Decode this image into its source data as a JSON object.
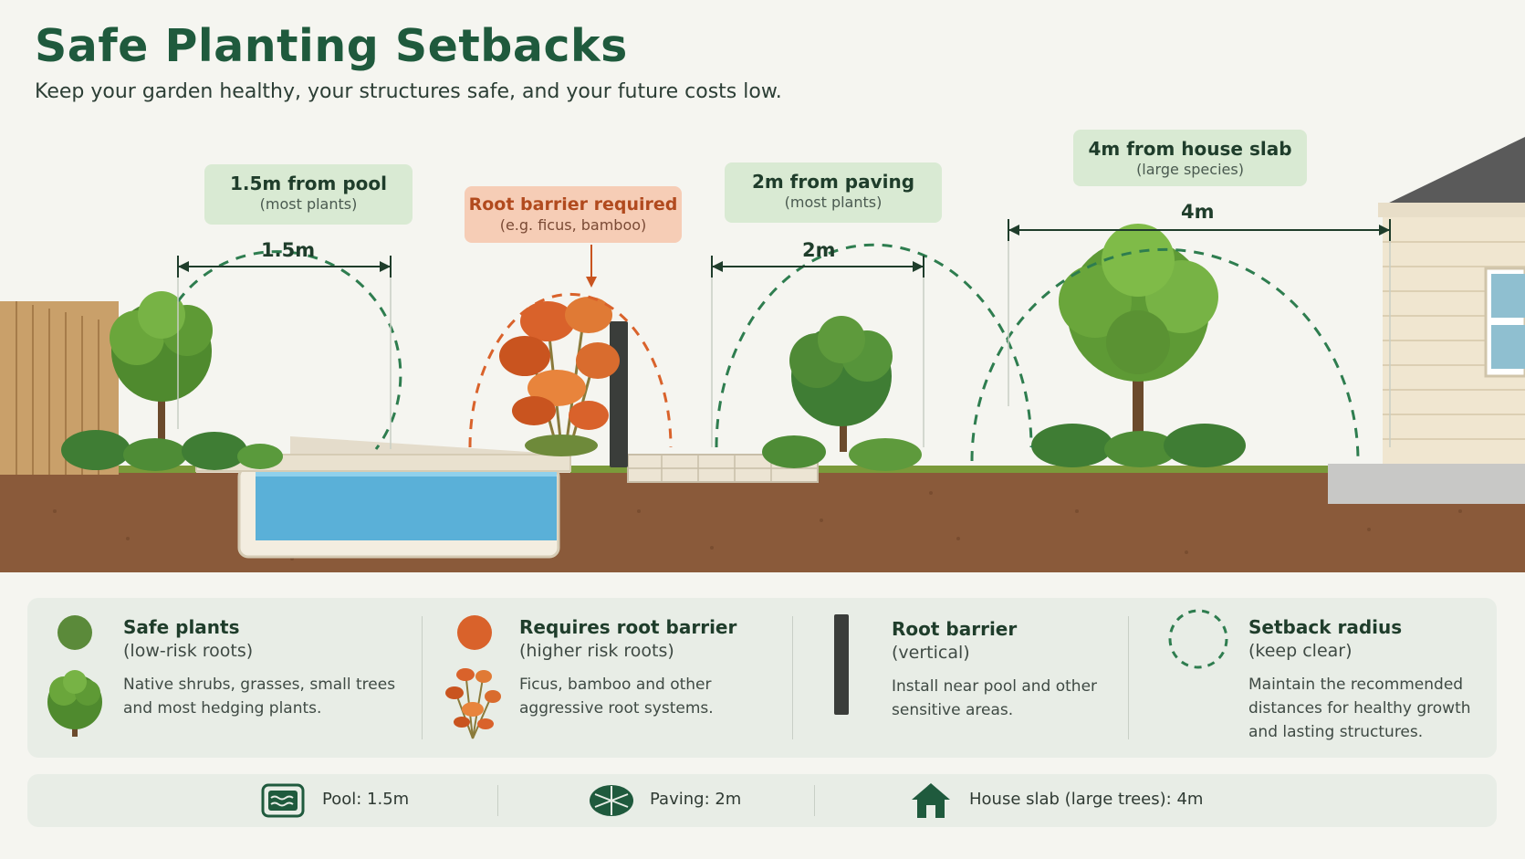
{
  "header": {
    "title": "Safe Planting Setbacks",
    "subtitle": "Keep your garden healthy, your structures safe, and your future costs low."
  },
  "labels": {
    "pool": {
      "main": "1.5m from pool",
      "sub": "(most plants)"
    },
    "barrier": {
      "main": "Root barrier required",
      "sub": "(e.g. ficus, bamboo)"
    },
    "paving": {
      "main": "2m from paving",
      "sub": "(most plants)"
    },
    "house": {
      "main": "4m from house slab",
      "sub": "(large species)"
    }
  },
  "dimensions": {
    "pool": "1.5m",
    "paving": "2m",
    "house": "4m"
  },
  "legend": {
    "safe": {
      "title": "Safe plants",
      "sub": "(low-risk roots)",
      "desc": "Native shrubs, grasses, small trees and most hedging plants."
    },
    "barrier_plants": {
      "title": "Requires root barrier",
      "sub": "(higher risk roots)",
      "desc": "Ficus, bamboo and other aggressive root systems."
    },
    "root_barrier": {
      "title": "Root barrier",
      "sub": "(vertical)",
      "desc": "Install near pool and other sensitive areas."
    },
    "setback": {
      "title": "Setback radius",
      "sub": "(keep clear)",
      "desc": "Maintain the recommended distances for healthy growth and lasting structures."
    }
  },
  "summary": {
    "pool": "Pool: 1.5m",
    "paving": "Paving: 2m",
    "house": "House slab (large trees): 4m"
  },
  "colors": {
    "title_green": "#1f5a3d",
    "safe_green": "#5b8a3a",
    "barrier_orange": "#d9622b",
    "soil": "#8a5a3a",
    "pool_water": "#5ab0d8",
    "setback_dash": "#2e7d4f"
  },
  "icons": [
    "pool-icon",
    "paving-icon",
    "house-icon",
    "shrub-icon",
    "bamboo-icon",
    "root-barrier-icon",
    "setback-circle-icon"
  ]
}
